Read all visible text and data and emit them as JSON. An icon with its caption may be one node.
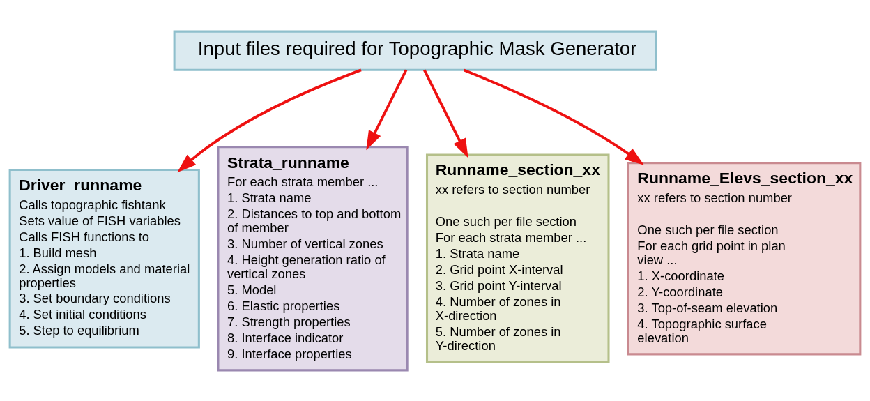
{
  "diagram": {
    "nodes": [
      {
        "text": [
          "Input files required for Topographic Mask Generator"
        ]
      },
      {
        "text": [
          "Driver_runname",
          "Calls topographic fishtank",
          "Sets value of FISH variables",
          "Calls FISH functions to",
          "1. Build mesh",
          "2. Assign models and material properties",
          "3. Set boundary conditions",
          "4. Set initial conditions",
          "5. Step to equilibrium"
        ]
      },
      {
        "text": [
          "Strata_runname",
          "For each strata member ...",
          "1. Strata name",
          "2. Distances to top and bottom of member",
          "3. Number of vertical zones",
          "4. Height generation ratio of vertical zones",
          "5. Model",
          "6. Elastic properties",
          "7. Strength properties",
          "8. Interface indicator",
          "9. Interface properties"
        ]
      },
      {
        "text": [
          "Runname_section_xx",
          "xx refers to section number",
          "One such per file section",
          "For each strata member ...",
          "1. Strata name",
          "2. Grid point X-interval",
          "3. Grid point Y-interval",
          "4. Number of zones in X-direction",
          "5. Number of zones in Y-direction"
        ]
      },
      {
        "text": [
          "Runname_Elevs_section_xx",
          "xx refers to section number",
          "One such per file section",
          "For each grid point in plan view ...",
          "1. X-coordinate",
          "2. Y-coordinate",
          "3. Top-of-seam elevation",
          "4. Topographic surface elevation"
        ]
      }
    ],
    "edges": [
      {
        "from": 0,
        "to": 1,
        "arrow": "to"
      },
      {
        "from": 0,
        "to": 2,
        "arrow": "to"
      },
      {
        "from": 0,
        "to": 3,
        "arrow": "to"
      },
      {
        "from": 0,
        "to": 4,
        "arrow": "to"
      }
    ]
  }
}
